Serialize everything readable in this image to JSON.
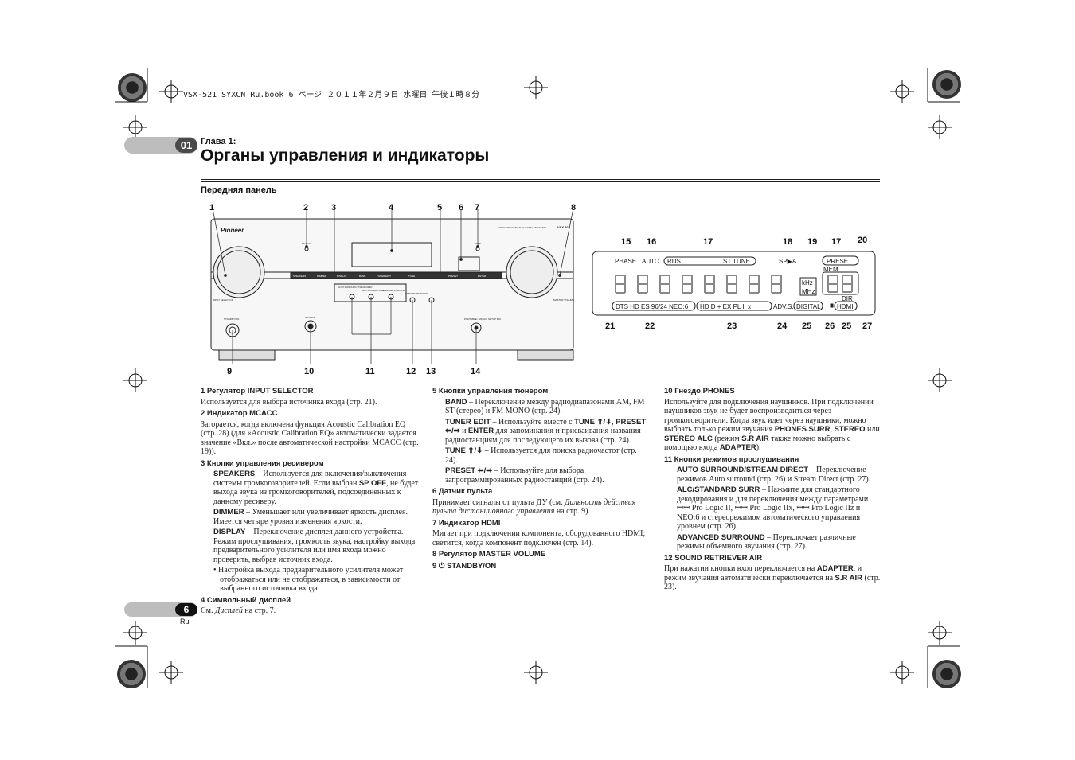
{
  "header": {
    "file_line": "VSX-521_SYXCN_Ru.book  6 ページ  ２０１１年２月９日  水曜日  午後１時８分"
  },
  "chapter": {
    "number": "01",
    "label": "Глава 1:",
    "title": "Органы управления и индикаторы"
  },
  "section_title": "Передняя панель",
  "receiver": {
    "brand": "Pioneer",
    "model": "VSX-521",
    "model_caption": "AUDIO/VIDEO MULTI-CHANNEL RECEIVER",
    "left_knob_label": "INPUT SELECTOR",
    "right_knob_label": "MASTER VOLUME",
    "mcacc_label": "MCACC",
    "hdmi_label": "HDMI",
    "standby_label": "STANDBY/ON",
    "phones_label": "PHONES",
    "setup_mic_label": "PORTABLE / MCACC SETUP MIC",
    "left_buttons": [
      "SPEAKERS",
      "DIMMER",
      "DISPLAY"
    ],
    "tuner_buttons": [
      "BAND",
      "TUNER EDIT",
      "TUNE",
      "PRESET",
      "ENTER"
    ],
    "listen_buttons": [
      "AUTO SURROUND/ STREAM DIRECT",
      "ALC/ STANDARD SURR",
      "ADVANCED SURROUND",
      "SOUND RETRIEVER AIR"
    ]
  },
  "callouts_panel": [
    "1",
    "2",
    "3",
    "4",
    "5",
    "6",
    "7",
    "8",
    "9",
    "10",
    "11",
    "12",
    "13",
    "14"
  ],
  "display": {
    "labels": {
      "phase": "PHASE",
      "auto": "AUTO",
      "rds": "RDS",
      "st_tune": "ST  TUNE",
      "sp": "SP▶A",
      "preset": "PRESET",
      "mem": "MEM",
      "khz": "kHz",
      "mhz": "MHz",
      "dir": "DIR",
      "bottom_left": "DTS  HD  ES  96/24  NEO:6",
      "bottom_mid": "HD D + EX  PL II x",
      "advs": "ADV.S.",
      "digital": "DIGITAL",
      "hdmi": "HDMI"
    },
    "callouts_top": [
      "15",
      "16",
      "17",
      "18",
      "19",
      "17",
      "20"
    ],
    "callouts_bottom": [
      "21",
      "22",
      "23",
      "24",
      "25",
      "26",
      "25",
      "27"
    ]
  },
  "col1": {
    "i1_h": "1   Регулятор INPUT SELECTOR",
    "i1_t": "Используется для выбора источника входа (стр. 21).",
    "i2_h": "2   Индикатор MCACC",
    "i2_t": "Загорается, когда включена функция Acoustic Calibration EQ (стр. 28) (для «Acoustic Calibration EQ» автоматически задается значение «Вкл.» после автоматической настройки MCACC (стр. 19)).",
    "i3_h": "3   Кнопки управления ресивером",
    "sp_k": "SPEAKERS",
    "sp_t": " – Используется для включения/выключения системы громкоговорителей. Если выбран ",
    "sp_k2": "SP OFF",
    "sp_t2": ", не будет выхода звука из громкоговорителей, подсоединенных к данному ресиверу.",
    "dim_k": "DIMMER",
    "dim_t": " – Уменьшает или увеличивает яркость дисплея. Имеется четыре уровня изменения яркости.",
    "dis_k": "DISPLAY",
    "dis_t": " – Переключение дисплея данного устройства. Режим прослушивания, громкость звука, настройку выхода предварительного усилителя или имя входа можно проверить, выбрав источник входа.",
    "bullet": "•  Настройка выхода предварительного усилителя может отображаться или не отображаться, в зависимости от выбранного источника входа.",
    "i4_h": "4   Символьный дисплей",
    "i4_t1": "См. ",
    "i4_t2": "Дисплей",
    "i4_t3": " на стр. 7."
  },
  "col2": {
    "i5_h": "5   Кнопки управления тюнером",
    "band_k": "BAND",
    "band_t": " – Переключение между радиодиапазонами AM, FM ST (стерео) и FM MONO (стр. 24).",
    "te_k": "TUNER EDIT",
    "te_t": " – Используйте вместе с ",
    "te_k2": "TUNE ⬆/⬇",
    "te_t2": ", ",
    "te_k3": "PRESET ⬅/➡",
    "te_t3": " и ",
    "te_k4": "ENTER",
    "te_t4": " для запоминания и присваивания названия радиостанциям для последующего их вызова (стр. 24).",
    "tune_k": "TUNE ⬆/⬇",
    "tune_t": " – Используется для поиска радиочастот (стр. 24).",
    "pre_k": "PRESET ⬅/➡",
    "pre_t": " – Используйте для выбора запрограммированных радиостанций (стр. 24).",
    "i6_h": "6   Датчик пульта",
    "i6_t1": "Принимает сигналы от пульта ДУ (см. ",
    "i6_t2": "Дальность действия пульта дистанционного управления",
    "i6_t3": " на стр. 9).",
    "i7_h": "7   Индикатор HDMI",
    "i7_t": "Мигает при подключении компонента, оборудованного HDMI; светится, когда компонент подключен (стр. 14).",
    "i8_h": "8   Регулятор MASTER VOLUME",
    "i9_h": "9   ⏻ STANDBY/ON"
  },
  "col3": {
    "i10_h": "10  Гнездо PHONES",
    "i10_t1": "Используйте для подключения наушников. При подключении наушников звук не будет воспроизводиться через громкоговорители. Когда звук идет через наушники, можно выбрать только режим звучания ",
    "i10_k1": "PHONES SURR",
    "i10_t2": ", ",
    "i10_k2": "STEREO",
    "i10_t3": " или ",
    "i10_k3": "STEREO ALC",
    "i10_t4": " (режим ",
    "i10_k4": "S.R AIR",
    "i10_t5": " также можно выбрать с помощью входа ",
    "i10_k5": "ADAPTER",
    "i10_t6": ").",
    "i11_h": "11  Кнопки режимов прослушивания",
    "asd_k": "AUTO SURROUND/STREAM DIRECT",
    "asd_t": " – Переключение режимов Auto surround (стр. 26) и Stream Direct (стр. 27).",
    "alc_k": "ALC/STANDARD SURR",
    "alc_t": " – Нажмите для стандартного декодирования и для переключения между параметрами ꟷꟷ Pro Logic II, ꟷꟷ Pro Logic IIx, ꟷꟷ Pro Logic IIz и NEO:6 и стереорежимом автоматического управления уровнем (стр. 26).",
    "adv_k": "ADVANCED SURROUND",
    "adv_t": " – Переключает различные режимы объемного звучания (стр. 27).",
    "i12_h": "12  SOUND RETRIEVER AIR",
    "i12_t1": "При нажатии кнопки вход переключается на ",
    "i12_k1": "ADAPTER",
    "i12_t2": ", и режим звучания автоматически переключается на ",
    "i12_k2": "S.R AIR",
    "i12_t3": " (стр. 23)."
  },
  "footer": {
    "page": "6",
    "lang": "Ru"
  }
}
